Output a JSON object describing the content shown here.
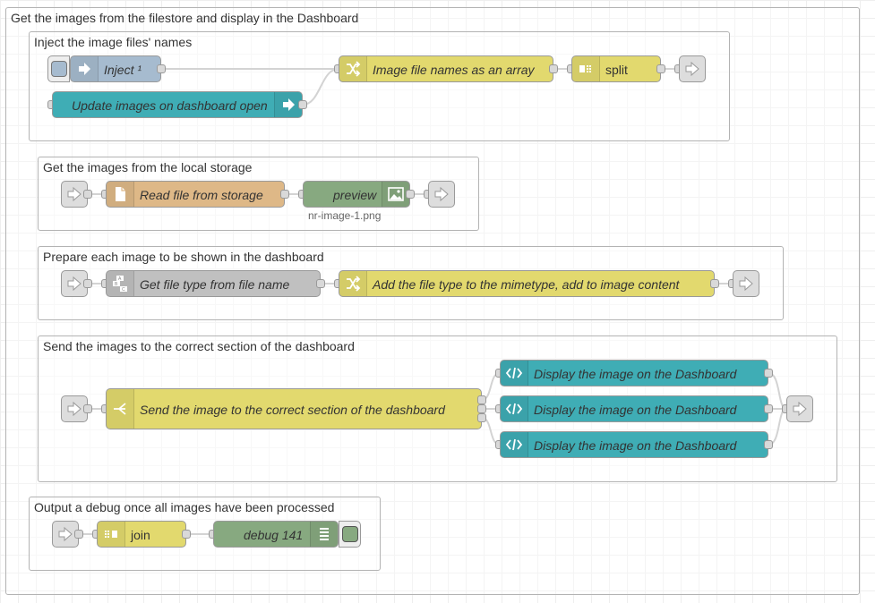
{
  "colors": {
    "inject": "#a6bbcf",
    "change": "#e2d96e",
    "split": "#e2d96e",
    "file": "#deb887",
    "image": "#87a980",
    "template": "#3fadb5",
    "debug": "#87a980",
    "function": "#c0c0c0",
    "link": "#dddddd",
    "ui_event": "#3fadb5"
  },
  "groups": {
    "outer": "Get the images from the filestore and display in the Dashboard",
    "g1": "Inject the image files' names",
    "g2": "Get the images from the local storage",
    "g3": "Prepare each image to be shown in the dashboard",
    "g4": "Send the images to the correct section of the dashboard",
    "g5": "Output a debug once all images have been processed"
  },
  "nodes": {
    "inject": "Inject ¹",
    "update": "Update images on dashboard open",
    "filenames": "Image file names as an array",
    "split": "split",
    "read": "Read file from storage",
    "preview": "preview",
    "preview_status": "nr-image-1.png",
    "filetype": "Get file type from file name",
    "mimetype": "Add the file type to the mimetype, add to image content",
    "switch": "Send the image to the correct section of the dashboard",
    "display1": "Display the image on the Dashboard",
    "display2": "Display the image on the Dashboard",
    "display3": "Display the image on the Dashboard",
    "join": "join",
    "debug": "debug 141"
  },
  "icons": {
    "inject": "arrow-in-icon",
    "update": "arrow-in-icon",
    "filenames": "shuffle-icon",
    "split": "split-icon",
    "read": "file-icon",
    "preview": "image-icon",
    "filetype": "abc-icon",
    "mimetype": "shuffle-icon",
    "switch": "switch-icon",
    "display": "code-icon",
    "join": "join-icon",
    "debug": "list-icon",
    "link": "link-icon"
  }
}
